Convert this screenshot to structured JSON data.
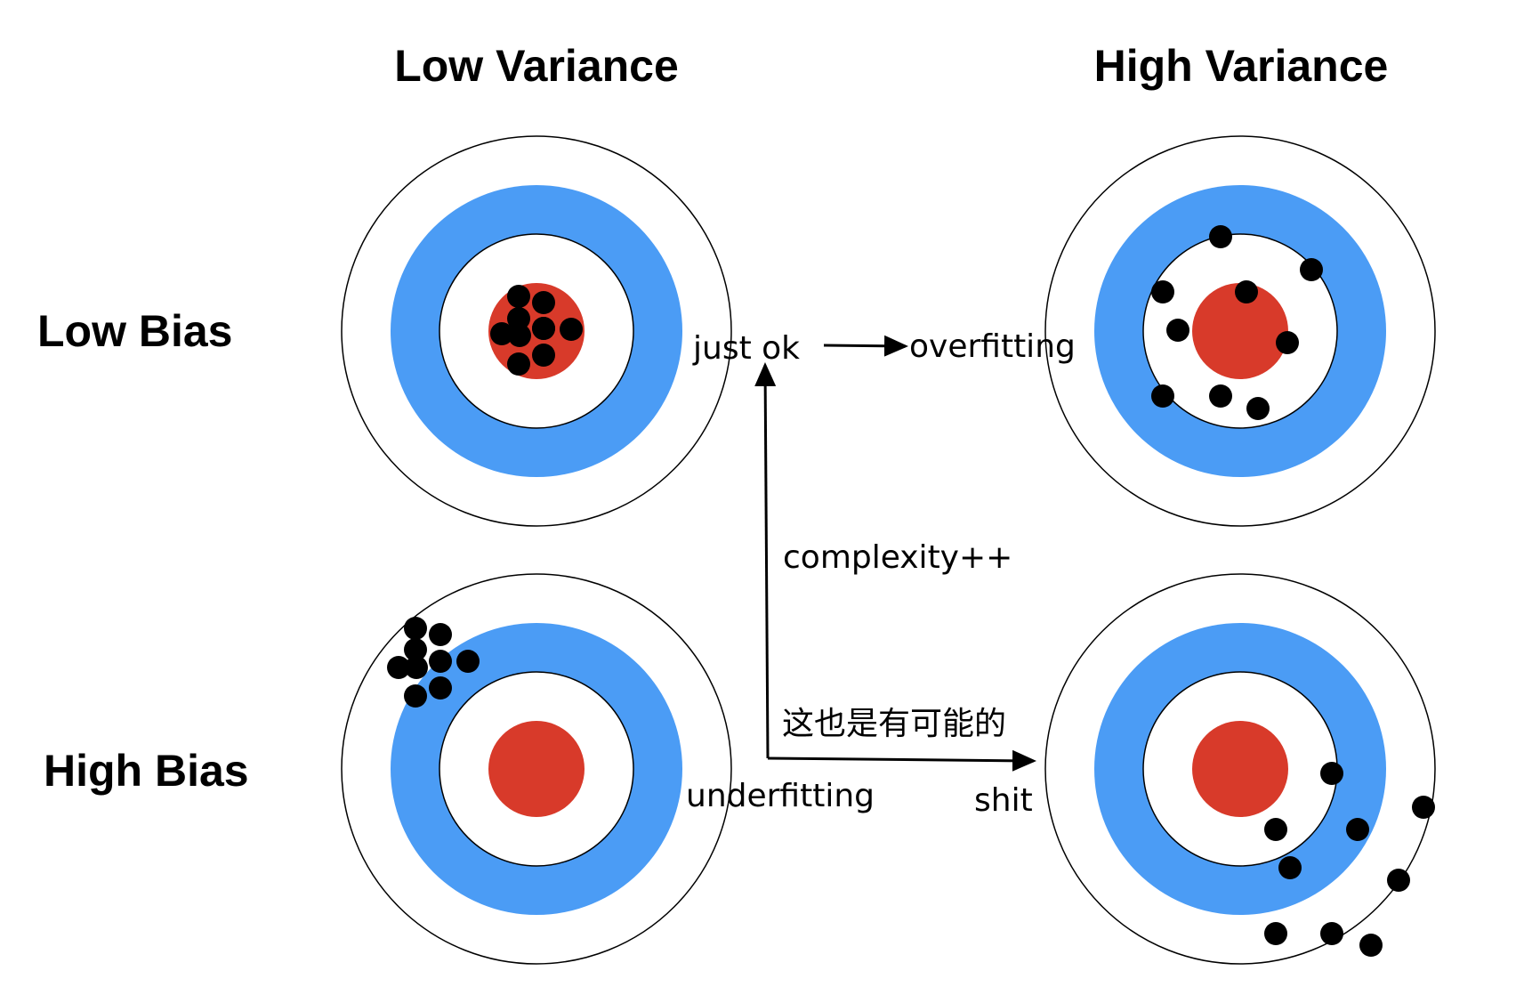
{
  "headers": {
    "low_variance": "Low Variance",
    "high_variance": "High Variance",
    "low_bias": "Low Bias",
    "high_bias": "High Bias"
  },
  "annotations": {
    "just_ok": "just ok",
    "overfitting": "overfitting",
    "complexity": "complexity++",
    "possible": "这也是有可能的",
    "underfitting": "underfitting",
    "shit": "shit"
  },
  "colors": {
    "ring_blue": "#4b9cf5",
    "bullseye_red": "#d83a2a",
    "hit": "#000000",
    "outline": "#000000",
    "background": "#ffffff"
  }
}
